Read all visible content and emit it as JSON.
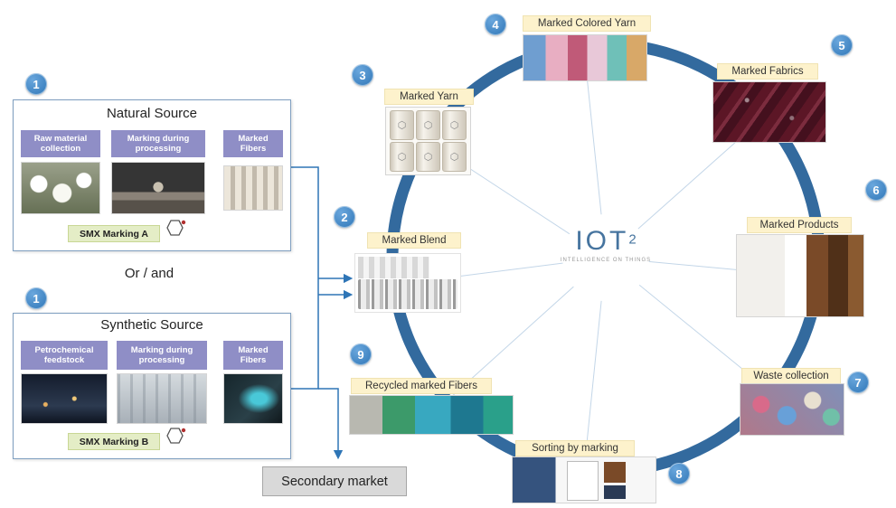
{
  "left_panel": {
    "natural": {
      "badge": "1",
      "title": "Natural Source",
      "steps": [
        "Raw material collection",
        "Marking during processing",
        "Marked Fibers"
      ],
      "marking": "SMX Marking A"
    },
    "connector_text": "Or / and",
    "synthetic": {
      "badge": "1",
      "title": "Synthetic Source",
      "steps": [
        "Petrochemical feedstock",
        "Marking during processing",
        "Marked Fibers"
      ],
      "marking": "SMX Marking B"
    },
    "secondary_market": "Secondary market"
  },
  "cycle": {
    "center": {
      "logo_main": "IOT",
      "logo_sup": "2",
      "tagline": "INTELLIGENCE ON THINGS"
    },
    "nodes": [
      {
        "num": "2",
        "label": "Marked Blend"
      },
      {
        "num": "3",
        "label": "Marked Yarn"
      },
      {
        "num": "4",
        "label": "Marked Colored Yarn"
      },
      {
        "num": "5",
        "label": "Marked Fabrics"
      },
      {
        "num": "6",
        "label": "Marked Products"
      },
      {
        "num": "7",
        "label": "Waste collection"
      },
      {
        "num": "8",
        "label": "Sorting by marking"
      },
      {
        "num": "9",
        "label": "Recycled marked Fibers"
      }
    ]
  },
  "icons": {
    "molecule_glyph": "⬡"
  },
  "colors": {
    "ring": "#336a9e",
    "badge": "#2e75b6",
    "node_label_bg": "#fdf2cc",
    "step_label_bg": "#8f8ec6",
    "smx_label_bg": "#e4edc6",
    "secondary_market_bg": "#d9d9d9",
    "arrow": "#2e75b6"
  }
}
